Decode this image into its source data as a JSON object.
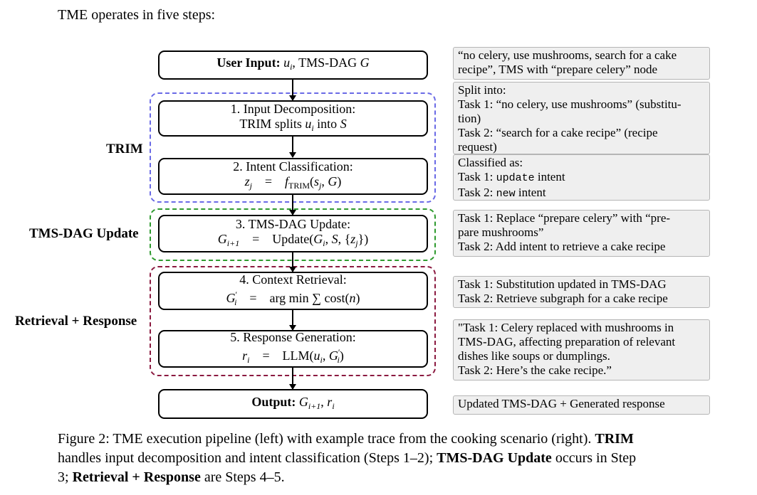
{
  "intro": "TME operates in five steps:",
  "groups": {
    "trim": "TRIM",
    "tms": "TMS-DAG Update",
    "rr": "Retrieval + Response"
  },
  "steps": {
    "input": {
      "label": "User Input:",
      "var_u": "u",
      "var_i": "i",
      "sep": ",",
      "dag": "TMS-DAG",
      "var_G": "G"
    },
    "s1": {
      "title": "1. Input Decomposition:",
      "a": "TRIM splits",
      "u": "u",
      "i": "i",
      "b": "into",
      "S": "S"
    },
    "s2": {
      "title": "2. Intent Classification:",
      "lhs_z": "z",
      "lhs_j": "j",
      "eq": "=",
      "f": "f",
      "f_sub": "TRIM",
      "args_open": "(",
      "s": "s",
      "s_j": "j",
      "args_rest": ", ",
      "G": "G",
      "args_close": ")"
    },
    "s3": {
      "title": "3. TMS-DAG Update:",
      "lhs_G": "G",
      "lhs_sub": "i+1",
      "eq": "=",
      "fn": "Update(",
      "G": "G",
      "i": "i",
      "mid": ", ",
      "S": "S",
      "rest": ", {",
      "z": "z",
      "j": "j",
      "close": "})"
    },
    "s4": {
      "title": "4. Context Retrieval:",
      "lhs_G": "G",
      "prime": "′",
      "lhs_i": "i",
      "eq": "=",
      "rhs": "arg min ∑ cost(",
      "n": "n",
      "close": ")"
    },
    "s5": {
      "title": "5. Response Generation:",
      "lhs_r": "r",
      "lhs_i": "i",
      "eq": "=",
      "fn": "LLM(",
      "u": "u",
      "u_i": "i",
      "mid": ", ",
      "G": "G",
      "prime": "′",
      "G_i": "i",
      "close": ")"
    },
    "output": {
      "label": "Output:",
      "G": "G",
      "G_sub": "i+1",
      "sep": ", ",
      "r": "r",
      "r_i": "i"
    }
  },
  "notes": {
    "n0": [
      "“no celery, use mushrooms, search for a cake",
      "recipe”, TMS with “prepare celery” node"
    ],
    "n1": [
      "Split into:",
      "Task 1: “no celery, use mushrooms” (substitu-",
      "tion)",
      "Task 2: “search for a cake recipe” (recipe",
      "request)"
    ],
    "n2": {
      "l1": "Classified as:",
      "t1_pre": "Task 1: ",
      "t1_code": "update",
      "t1_post": " intent",
      "t2_pre": "Task 2: ",
      "t2_code": "new",
      "t2_post": " intent"
    },
    "n3": [
      "Task 1: Replace “prepare celery” with “pre-",
      "pare mushrooms”",
      "Task 2: Add intent to retrieve a cake recipe"
    ],
    "n4": [
      "Task 1: Substitution updated in TMS-DAG",
      "Task 2: Retrieve subgraph for a cake recipe"
    ],
    "n5": [
      "\"Task 1: Celery replaced with mushrooms in",
      "TMS-DAG, affecting preparation of relevant",
      "dishes like soups or dumplings.",
      "Task 2: Here’s the cake recipe.”"
    ],
    "n6": [
      "Updated TMS-DAG + Generated response"
    ]
  },
  "caption": {
    "l1_a": "Figure 2: TME execution pipeline (left) with example trace from the cooking scenario (right). ",
    "l1_b": "TRIM",
    "l2_a": "handles input decomposition and intent classification (Steps 1–2); ",
    "l2_b": "TMS-DAG Update",
    "l2_c": " occurs in Step",
    "l3_a": "3; ",
    "l3_b": "Retrieval + Response",
    "l3_c": " are Steps 4–5."
  }
}
